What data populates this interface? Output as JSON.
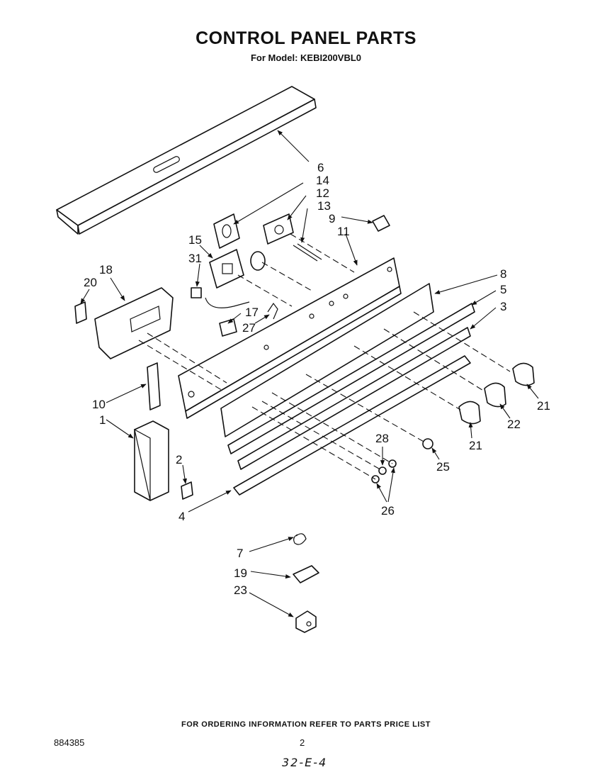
{
  "title": "CONTROL PANEL PARTS",
  "subtitle": "For Model: KEBI200VBL0",
  "footer_note": "FOR ORDERING INFORMATION REFER TO PARTS PRICE LIST",
  "doc_number": "884385",
  "page_number": "2",
  "handwritten_note": "32-E-4",
  "callouts": {
    "c1": "1",
    "c2": "2",
    "c3": "3",
    "c4": "4",
    "c5": "5",
    "c6": "6",
    "c7": "7",
    "c8": "8",
    "c9": "9",
    "c10": "10",
    "c11": "11",
    "c12": "12",
    "c13": "13",
    "c14": "14",
    "c15": "15",
    "c17": "17",
    "c18": "18",
    "c19": "19",
    "c20": "20",
    "c21a": "21",
    "c21b": "21",
    "c22": "22",
    "c23": "23",
    "c25": "25",
    "c26": "26",
    "c27": "27",
    "c28": "28",
    "c31": "31"
  }
}
